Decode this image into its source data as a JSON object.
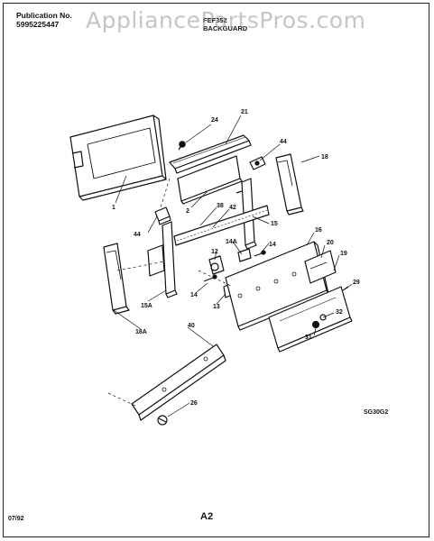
{
  "header": {
    "publication_label": "Publication No.",
    "publication_number": "5995225447",
    "model": "FEF352",
    "section": "BACKGUARD"
  },
  "watermark": "AppliancePartsPros.com",
  "diagram_code": "SG30G2",
  "footer": {
    "date": "07/92",
    "page": "A2"
  },
  "callouts": [
    {
      "id": "c-1",
      "text": "1"
    },
    {
      "id": "c-2",
      "text": "2"
    },
    {
      "id": "c-12",
      "text": "12"
    },
    {
      "id": "c-13",
      "text": "13"
    },
    {
      "id": "c-14a",
      "text": "14"
    },
    {
      "id": "c-14b",
      "text": "14"
    },
    {
      "id": "c-14A",
      "text": "14A"
    },
    {
      "id": "c-15",
      "text": "15"
    },
    {
      "id": "c-15A",
      "text": "15A"
    },
    {
      "id": "c-16",
      "text": "16"
    },
    {
      "id": "c-18",
      "text": "18"
    },
    {
      "id": "c-18A",
      "text": "18A"
    },
    {
      "id": "c-19",
      "text": "19"
    },
    {
      "id": "c-20",
      "text": "20"
    },
    {
      "id": "c-21",
      "text": "21"
    },
    {
      "id": "c-24",
      "text": "24"
    },
    {
      "id": "c-26",
      "text": "26"
    },
    {
      "id": "c-29",
      "text": "29"
    },
    {
      "id": "c-31",
      "text": "31"
    },
    {
      "id": "c-32",
      "text": "32"
    },
    {
      "id": "c-38",
      "text": "38"
    },
    {
      "id": "c-40",
      "text": "40"
    },
    {
      "id": "c-42",
      "text": "42"
    },
    {
      "id": "c-44a",
      "text": "44"
    },
    {
      "id": "c-44b",
      "text": "44"
    }
  ]
}
